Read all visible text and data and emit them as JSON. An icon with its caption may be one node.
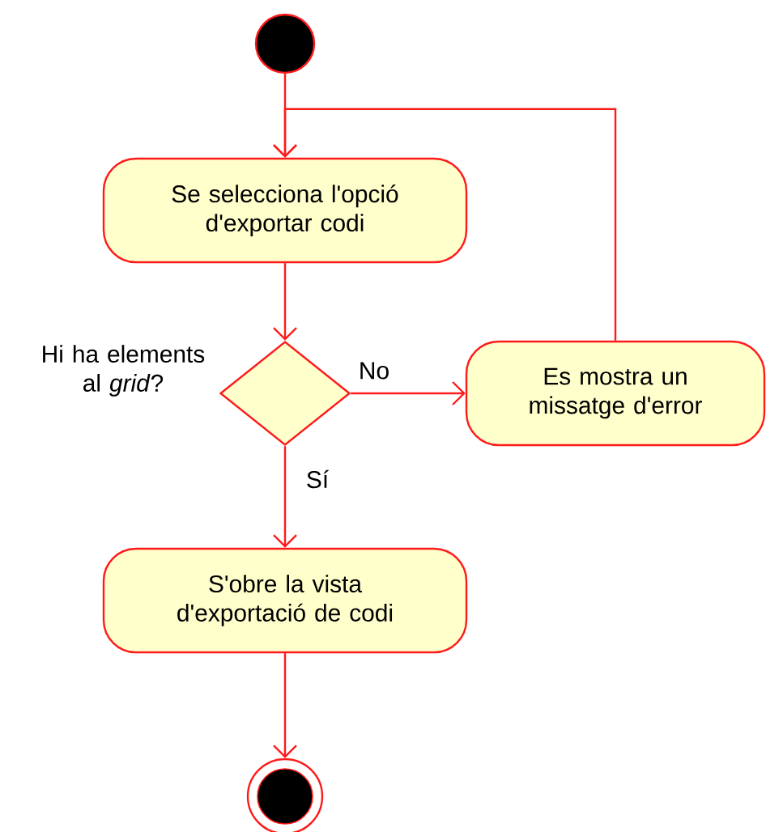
{
  "diagram": {
    "nodes": [
      {
        "text": [],
        "shape": "circle"
      },
      {
        "text": [
          "Se selecciona l'opció d'exportar codi"
        ]
      },
      {
        "text": [],
        "shape": "diamond",
        "beside": [
          "Hi ha elements al *grid*?"
        ]
      },
      {
        "text": [
          "Es mostra un missatge d'error"
        ]
      },
      {
        "text": [
          "S'obre la vista d'exportació de codi"
        ]
      },
      {
        "text": [],
        "shape": "circle"
      }
    ],
    "edges": [
      {
        "from": 0,
        "to": 1,
        "arrow": "to"
      },
      {
        "from": 1,
        "to": 2,
        "arrow": "to"
      },
      {
        "from": 2,
        "to": 3,
        "arrow": "to",
        "label": "No"
      },
      {
        "from": 2,
        "to": 4,
        "arrow": "to",
        "label": "Sí"
      },
      {
        "from": 3,
        "to": 1,
        "arrow": "to"
      },
      {
        "from": 4,
        "to": 5,
        "arrow": "to"
      }
    ]
  }
}
